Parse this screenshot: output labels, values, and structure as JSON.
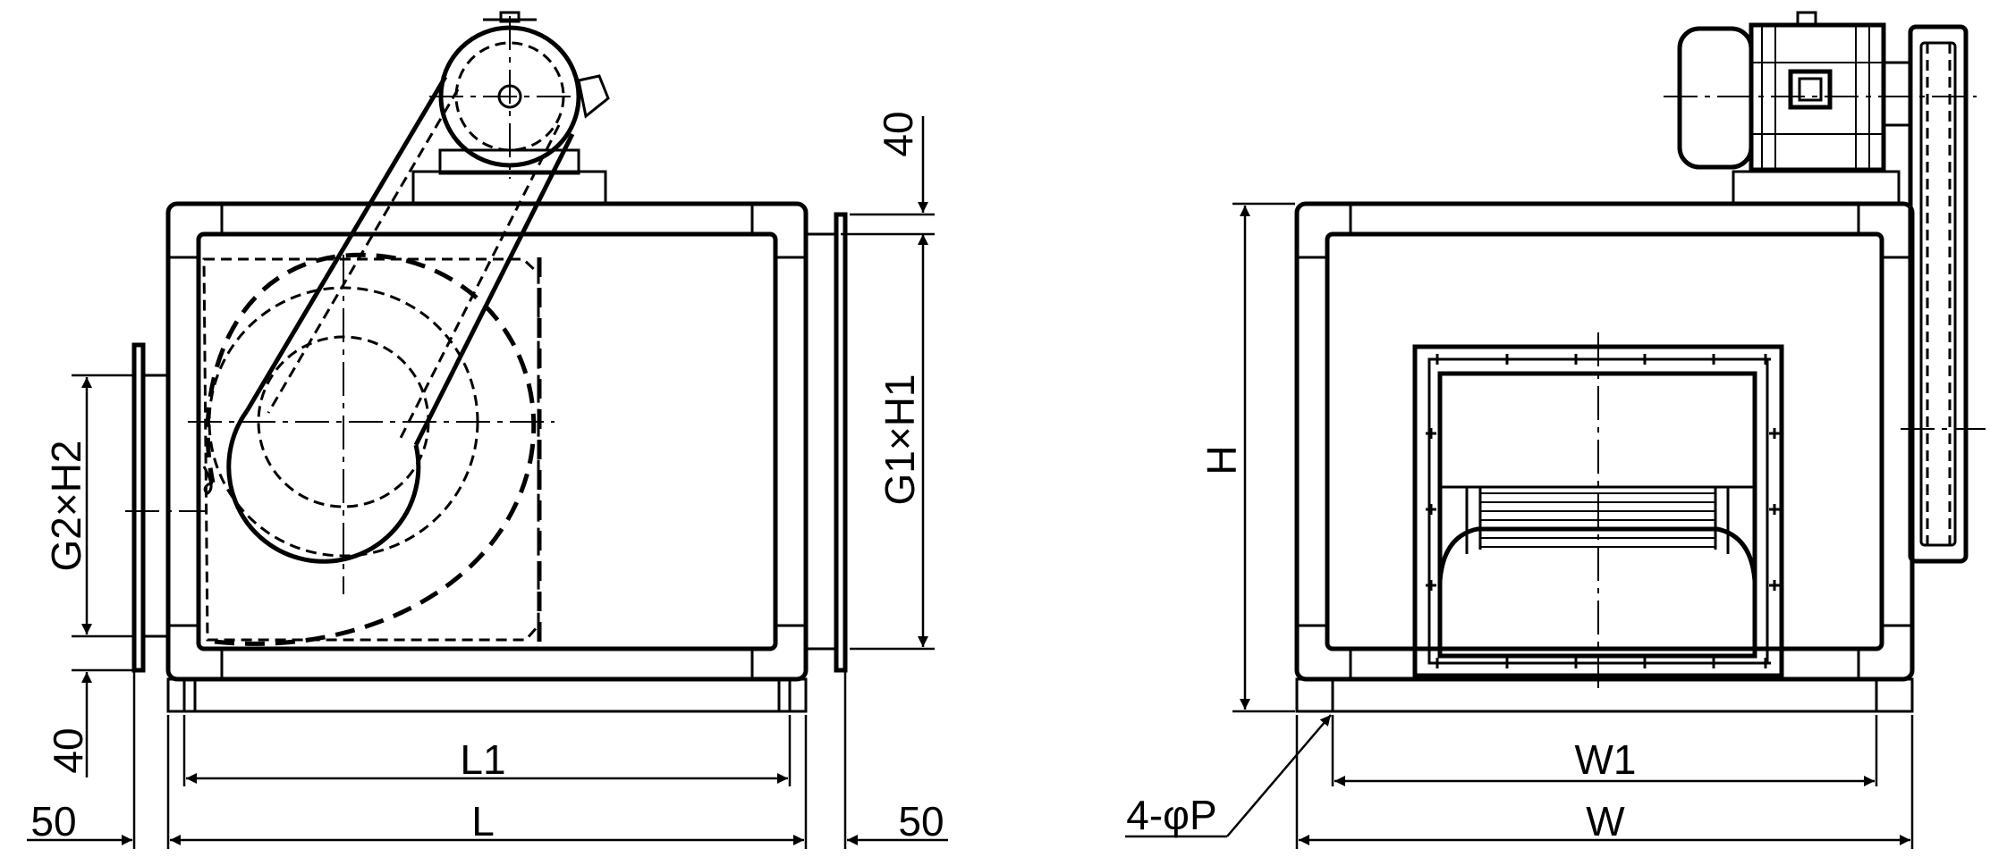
{
  "diagram": {
    "side_view": {
      "dim_L1": "L1",
      "dim_L": "L",
      "dim_left_50": "50",
      "dim_right_50": "50",
      "dim_top_40": "40",
      "dim_bottom_40": "40",
      "outlet_size": "G1×H1",
      "inlet_size": "G2×H2"
    },
    "front_view": {
      "dim_H": "H",
      "dim_W1": "W1",
      "dim_W": "W",
      "holes": "4-φP"
    }
  },
  "colors": {
    "line": "#000000",
    "background": "#ffffff"
  }
}
